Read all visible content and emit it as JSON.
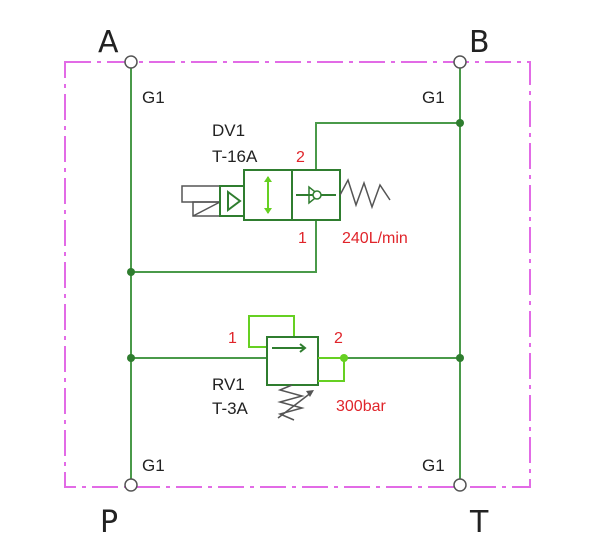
{
  "ports": {
    "a": "A",
    "b": "B",
    "p": "P",
    "t": "T"
  },
  "gauge_label": "G1",
  "dv1": {
    "name": "DV1",
    "model": "T-16A",
    "port_in": "1",
    "port_out": "2",
    "flow": "240L/min"
  },
  "rv1": {
    "name": "RV1",
    "model": "T-3A",
    "port_in": "1",
    "port_out": "2",
    "pressure": "300bar"
  },
  "colors": {
    "pipe": "#4a9a4a",
    "boundary": "#e26be6",
    "label_red": "#e0242a",
    "lime": "#66d022"
  }
}
